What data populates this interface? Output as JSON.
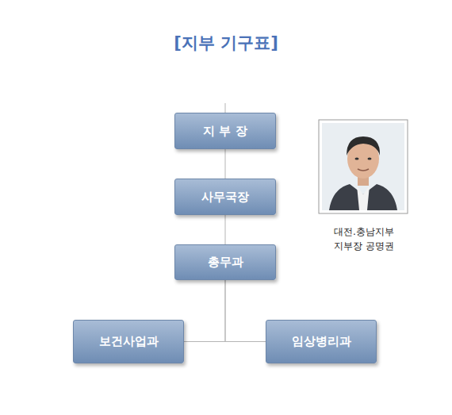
{
  "diagram": {
    "title": "[지부 기구표]",
    "nodes": [
      {
        "text": [
          "지 부 장"
        ]
      },
      {
        "text": [
          "사무국장"
        ]
      },
      {
        "text": [
          "총무과"
        ]
      },
      {
        "text": [
          "보건사업과"
        ]
      },
      {
        "text": [
          "임상병리과"
        ]
      }
    ],
    "edges": [
      {
        "from": 0,
        "to": 1,
        "arrow": "none"
      },
      {
        "from": 1,
        "to": 2,
        "arrow": "none"
      },
      {
        "from": 2,
        "to": 3,
        "arrow": "none"
      },
      {
        "from": 2,
        "to": 4,
        "arrow": "none"
      }
    ],
    "labels": [
      "대전.충남지부",
      "지부장 공명권"
    ]
  }
}
